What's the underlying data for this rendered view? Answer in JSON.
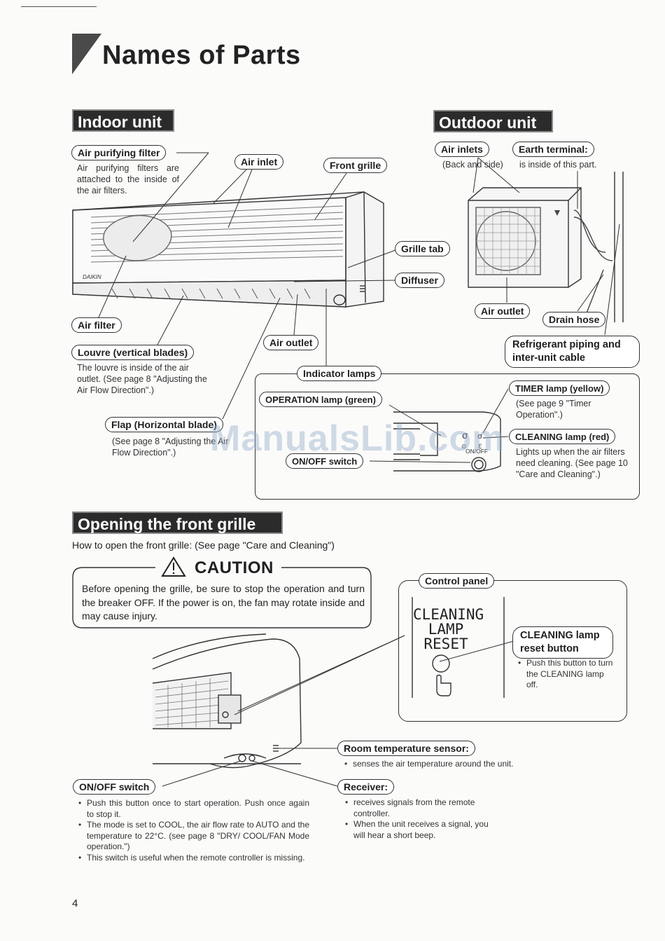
{
  "page": {
    "title": "Names of Parts",
    "page_number": "4",
    "watermark": "ManualsLib.com"
  },
  "indoor": {
    "heading": "Indoor unit",
    "air_purifying_filter": "Air purifying filter",
    "air_purifying_note": "Air purifying filters are attached to the inside of the air filters.",
    "air_inlet": "Air inlet",
    "front_grille": "Front grille",
    "grille_tab": "Grille tab",
    "diffuser": "Diffuser",
    "air_filter": "Air filter",
    "air_outlet": "Air outlet",
    "louvre": "Louvre (vertical blades)",
    "louvre_note": "The louvre is inside of the air outlet. (See page 8 \"Adjusting the Air Flow Direction\".)",
    "flap": "Flap (Horizontal blade)",
    "flap_note": "(See page 8 \"Adjusting the Air Flow Direction\".)",
    "brand": "DAIKIN"
  },
  "outdoor": {
    "heading": "Outdoor unit",
    "air_inlets": "Air inlets",
    "air_inlets_note": "(Back and side)",
    "earth_terminal": "Earth terminal:",
    "earth_terminal_note": "is inside of this part.",
    "air_outlet": "Air outlet",
    "drain_hose": "Drain hose",
    "refrigerant": "Refrigerant piping and inter-unit cable"
  },
  "indicator": {
    "heading": "Indicator lamps",
    "operation_lamp": "OPERATION lamp (green)",
    "timer_lamp": "TIMER lamp (yellow)",
    "timer_note": "(See page 9 \"Timer Operation\".)",
    "cleaning_lamp": "CLEANING lamp (red)",
    "cleaning_note": "Lights up when the air filters need cleaning. (See page 10 \"Care and Cleaning\".)",
    "onoff_switch": "ON/OFF switch",
    "onoff_small": "ON/OFF"
  },
  "opening": {
    "heading": "Opening the front grille",
    "how_to": "How to open the front grille: (See page \"Care and Cleaning\")",
    "caution_title": "CAUTION",
    "caution_text": "Before opening the grille, be sure to stop the operation and turn the breaker OFF. If the power is on, the fan may rotate inside and may cause injury.",
    "control_panel": "Control panel",
    "panel_line1": "CLEANING",
    "panel_line2": "LAMP",
    "panel_line3": "RESET",
    "reset_button": "CLEANING lamp reset button",
    "reset_bullet": "Push this button to turn the CLEANING lamp off.",
    "room_sensor": "Room temperature sensor:",
    "room_sensor_bullet": "senses the air temperature around the unit.",
    "onoff_switch": "ON/OFF switch",
    "onoff_bullets": [
      "Push this button once to start operation. Push once again to stop it.",
      "The mode is set to COOL, the air flow rate to AUTO and the temperature to 22°C. (see page 8 \"DRY/ COOL/FAN Mode operation.\")",
      "This switch is useful when the remote controller is missing."
    ],
    "receiver": "Receiver:",
    "receiver_bullets": [
      "receives signals from the remote controller.",
      "When the unit receives a signal, you will hear a short beep."
    ]
  }
}
